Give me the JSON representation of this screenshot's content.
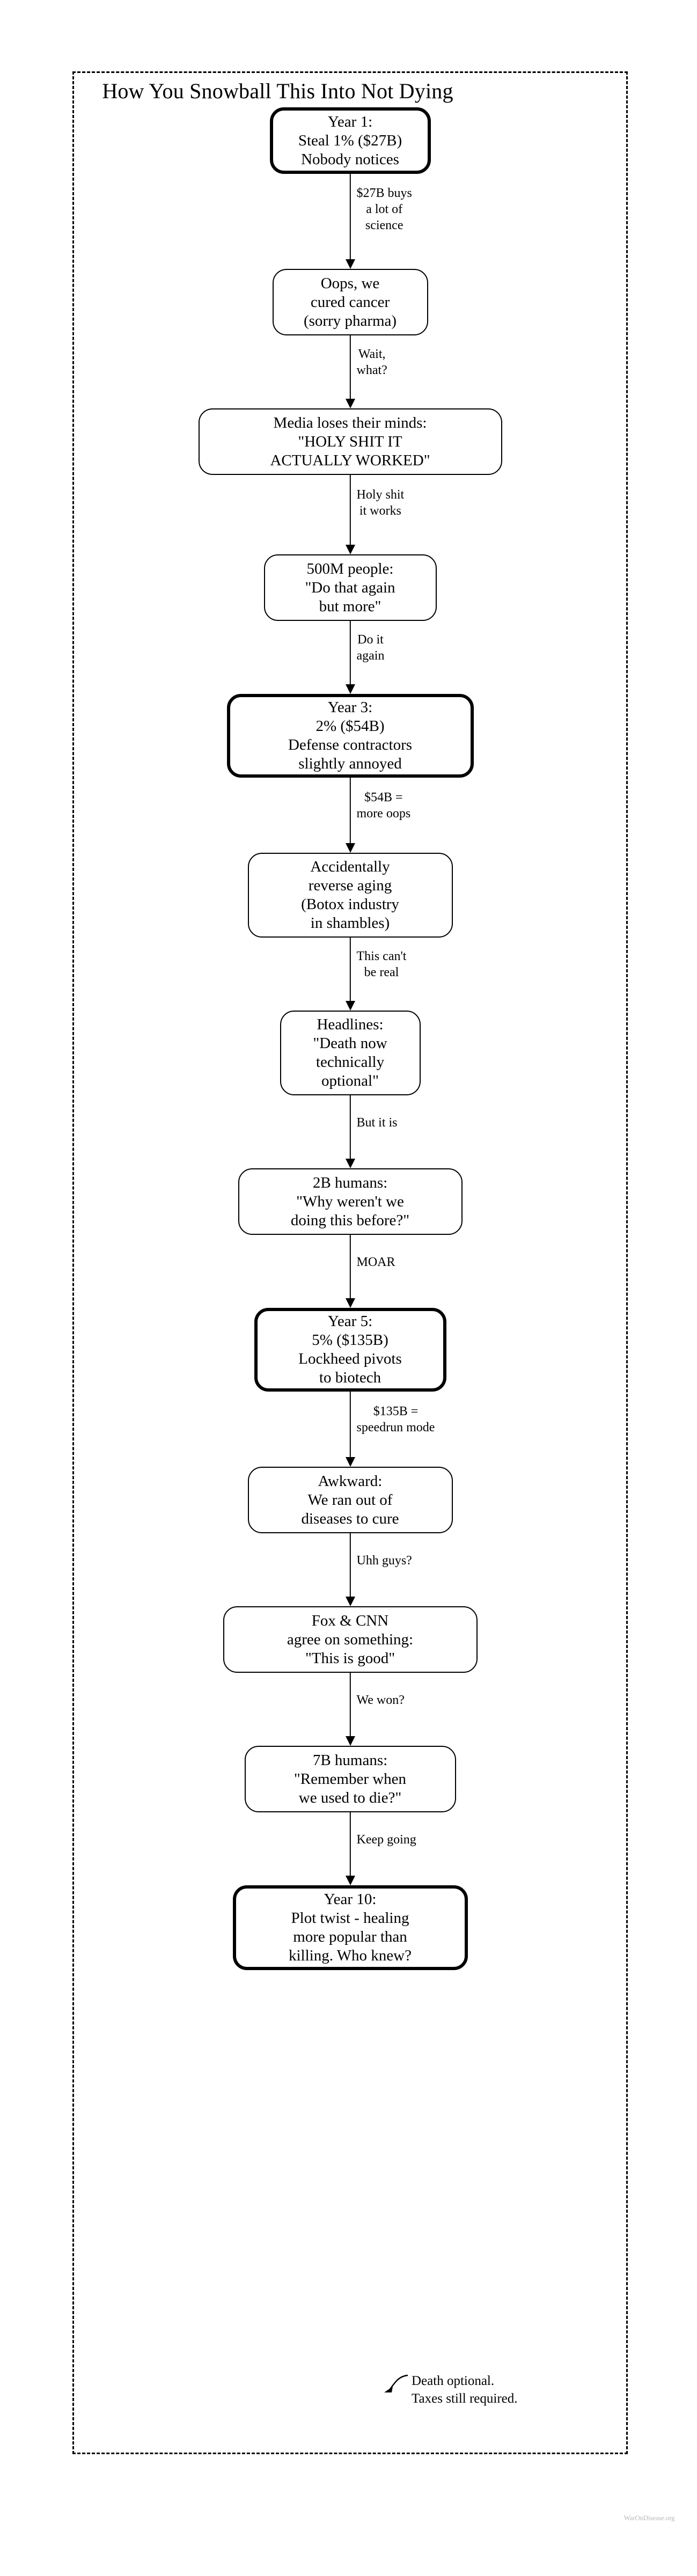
{
  "diagram": {
    "title": "How You Snowball This Into Not Dying",
    "watermark": "WarOnDisease.org",
    "accent_color": "#000000",
    "background_color": "#ffffff",
    "watermark_color": "#b9b9b9"
  },
  "nodes": [
    {
      "id": "year1",
      "text": "Year 1:\nSteal 1% ($27B)\nNobody notices",
      "emphasis": "thick"
    },
    {
      "id": "cancer",
      "text": "Oops, we\ncured cancer\n(sorry pharma)",
      "emphasis": "thin"
    },
    {
      "id": "media",
      "text": "Media loses their minds:\n\"HOLY SHIT IT\nACTUALLY WORKED\"",
      "emphasis": "thin"
    },
    {
      "id": "people500m",
      "text": "500M people:\n\"Do that again\nbut more\"",
      "emphasis": "thin"
    },
    {
      "id": "year3",
      "text": "Year 3:\n2% ($54B)\nDefense contractors\nslightly annoyed",
      "emphasis": "thick"
    },
    {
      "id": "aging",
      "text": "Accidentally\nreverse aging\n(Botox industry\nin shambles)",
      "emphasis": "thin"
    },
    {
      "id": "headlines",
      "text": "Headlines:\n\"Death now\ntechnically\noptional\"",
      "emphasis": "thin"
    },
    {
      "id": "humans2b",
      "text": "2B humans:\n\"Why weren't we\ndoing this before?\"",
      "emphasis": "thin"
    },
    {
      "id": "year5",
      "text": "Year 5:\n5% ($135B)\nLockheed pivots\nto biotech",
      "emphasis": "thick"
    },
    {
      "id": "awkward",
      "text": "Awkward:\nWe ran out of\ndiseases to cure",
      "emphasis": "thin"
    },
    {
      "id": "foxcnn",
      "text": "Fox & CNN\nagree on something:\n\"This is good\"",
      "emphasis": "thin"
    },
    {
      "id": "humans7b",
      "text": "7B humans:\n\"Remember when\nwe used to die?\"",
      "emphasis": "thin"
    },
    {
      "id": "year10",
      "text": "Year 10:\nPlot twist - healing\nmore popular than\nkilling. Who knew?",
      "emphasis": "thick"
    }
  ],
  "edges": [
    {
      "from": "year1",
      "to": "cancer",
      "label": "$27B buys\na lot of\nscience"
    },
    {
      "from": "cancer",
      "to": "media",
      "label": "Wait,\nwhat?"
    },
    {
      "from": "media",
      "to": "people500m",
      "label": "Holy shit\nit works"
    },
    {
      "from": "people500m",
      "to": "year3",
      "label": "Do it\nagain"
    },
    {
      "from": "year3",
      "to": "aging",
      "label": "$54B =\nmore oops"
    },
    {
      "from": "aging",
      "to": "headlines",
      "label": "This can't\nbe real"
    },
    {
      "from": "headlines",
      "to": "humans2b",
      "label": "But it is"
    },
    {
      "from": "humans2b",
      "to": "year5",
      "label": "MOAR"
    },
    {
      "from": "year5",
      "to": "awkward",
      "label": "$135B =\nspeedrun mode"
    },
    {
      "from": "awkward",
      "to": "foxcnn",
      "label": "Uhh guys?"
    },
    {
      "from": "foxcnn",
      "to": "humans7b",
      "label": "We won?"
    },
    {
      "from": "humans7b",
      "to": "year10",
      "label": "Keep going"
    }
  ],
  "annotation": {
    "target": "year10",
    "text": "Death optional.\nTaxes still required."
  }
}
